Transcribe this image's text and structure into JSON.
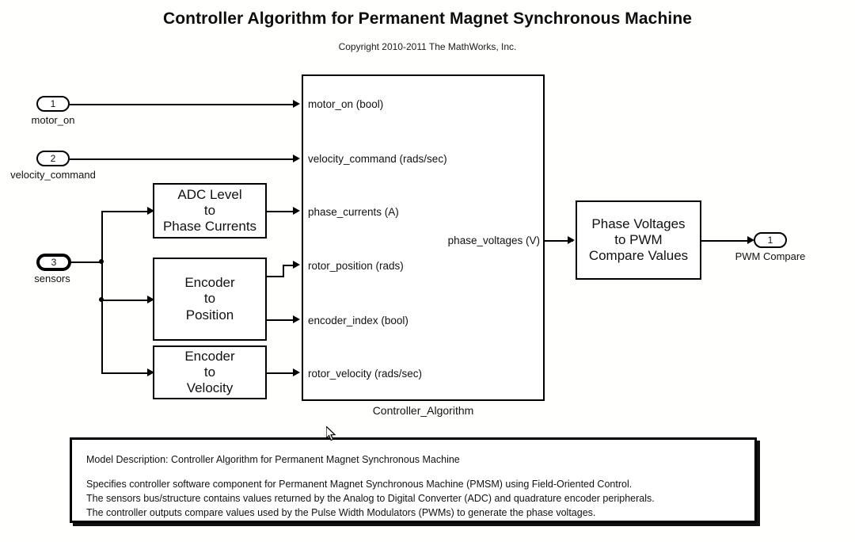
{
  "header": {
    "title": "Controller Algorithm for Permanent Magnet Synchronous Machine",
    "copyright": "Copyright 2010-2011 The MathWorks, Inc."
  },
  "inports": [
    {
      "number": "1",
      "label": "motor_on"
    },
    {
      "number": "2",
      "label": "velocity_command"
    },
    {
      "number": "3",
      "label": "sensors"
    }
  ],
  "outports": [
    {
      "number": "1",
      "label": "PWM Compare"
    }
  ],
  "blocks": [
    {
      "id": "adc",
      "lines": [
        "ADC Level",
        "to",
        "Phase Currents"
      ]
    },
    {
      "id": "enc_pos",
      "lines": [
        "Encoder",
        "to",
        "Position"
      ]
    },
    {
      "id": "enc_vel",
      "lines": [
        "Encoder",
        "to",
        "Velocity"
      ]
    },
    {
      "id": "pwm",
      "lines": [
        "Phase Voltages",
        "to PWM",
        "Compare Values"
      ]
    }
  ],
  "main_block": {
    "caption": "Controller_Algorithm",
    "input_signals": [
      "motor_on (bool)",
      "velocity_command (rads/sec)",
      "phase_currents (A)",
      "rotor_position (rads)",
      "encoder_index (bool)",
      "rotor_velocity (rads/sec)"
    ],
    "output_signals": [
      "phase_voltages (V)"
    ]
  },
  "description": {
    "heading": "Model Description: Controller Algorithm for Permanent Magnet Synchronous Machine",
    "lines": [
      "Specifies controller software component for Permanent Magnet Synchronous Machine (PMSM) using Field-Oriented Control.",
      "The sensors bus/structure contains values returned by the Analog to Digital Converter (ADC) and quadrature encoder peripherals.",
      "The controller outputs compare values used by the Pulse Width Modulators (PWMs) to generate the phase voltages."
    ]
  },
  "colors": {
    "canvas": "#fffffe",
    "line": "#000000",
    "text": "#111111"
  }
}
